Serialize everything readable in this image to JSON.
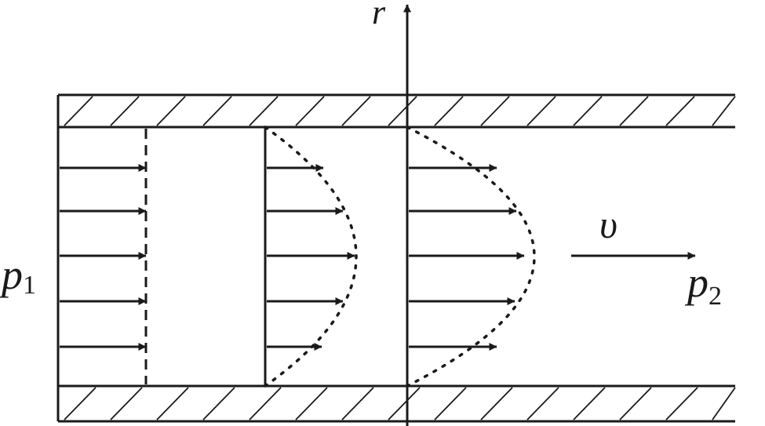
{
  "labels": {
    "r_axis": "r",
    "velocity": "υ",
    "pressure_in_symbol": "p",
    "pressure_in_subscript": "1",
    "pressure_out_symbol": "p",
    "pressure_out_subscript": "2"
  },
  "colors": {
    "ink": "#1a1a1a",
    "background": "#ffffff"
  }
}
